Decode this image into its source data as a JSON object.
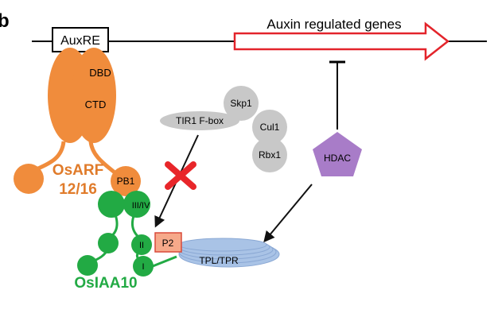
{
  "panel_label": "b",
  "promoter": {
    "label": "AuxRE"
  },
  "genes": {
    "label": "Auxin regulated genes"
  },
  "osarf": {
    "name_line1": "OsARF",
    "name_line2": "12/16",
    "dbd_label": "DBD",
    "ctd_label": "CTD",
    "pb1_label": "PB1",
    "color": "#f08c3c"
  },
  "scf_complex": {
    "tir1_label": "TIR1 F-box",
    "skp1_label": "Skp1",
    "cul1_label": "Cul1",
    "rbx1_label": "Rbx1",
    "color": "#c8c8c8"
  },
  "hdac": {
    "label": "HDAC",
    "color": "#a87cc8"
  },
  "osiaa10": {
    "name": "OsIAA10",
    "domain_34": "III/IV",
    "domain_2": "II",
    "domain_1": "I",
    "p2_label": "P2",
    "color": "#22aa44"
  },
  "corepressor": {
    "label": "TPL/TPR",
    "color": "#a9c3e6"
  },
  "block_mark": {
    "color": "#e8262a"
  }
}
